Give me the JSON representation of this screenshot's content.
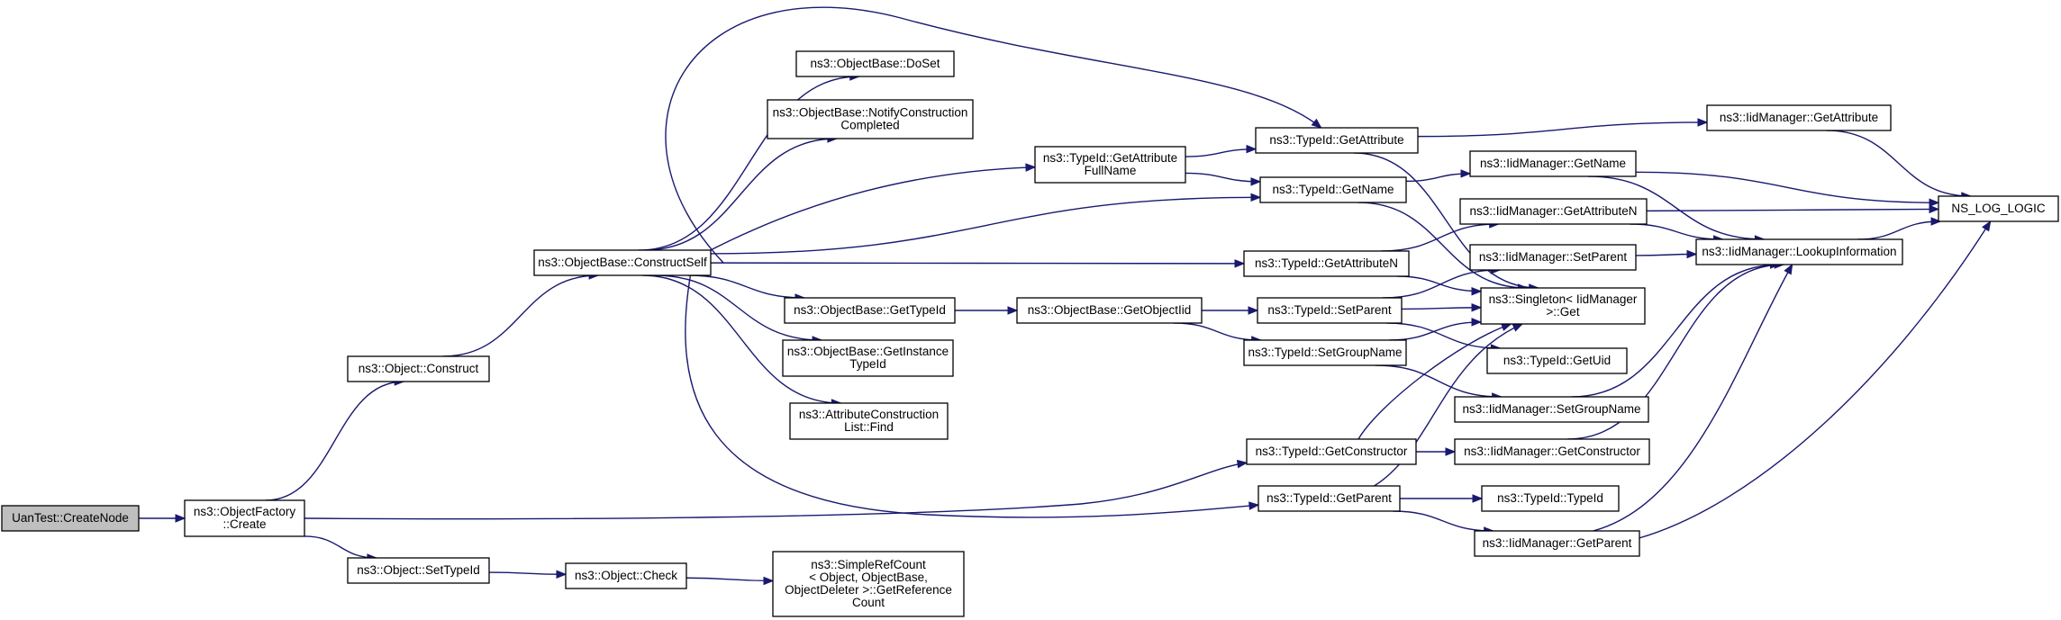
{
  "colors": {
    "edge": "#191970",
    "node_border": "#000000",
    "root_fill": "#bfbfbf",
    "node_fill": "#ffffff"
  },
  "nodes": [
    {
      "id": "uantest",
      "lines": [
        "UanTest::CreateNode"
      ],
      "root": true
    },
    {
      "id": "factory_create",
      "lines": [
        "ns3::ObjectFactory",
        "::Create"
      ]
    },
    {
      "id": "obj_construct",
      "lines": [
        "ns3::Object::Construct"
      ]
    },
    {
      "id": "obj_settypeid",
      "lines": [
        "ns3::Object::SetTypeId"
      ]
    },
    {
      "id": "obj_check",
      "lines": [
        "ns3::Object::Check"
      ]
    },
    {
      "id": "simplerefcount",
      "lines": [
        "ns3::SimpleRefCount",
        "< Object, ObjectBase,",
        "ObjectDeleter >::GetReference",
        "Count"
      ]
    },
    {
      "id": "constructself",
      "lines": [
        "ns3::ObjectBase::ConstructSelf"
      ]
    },
    {
      "id": "doset",
      "lines": [
        "ns3::ObjectBase::DoSet"
      ]
    },
    {
      "id": "notifyconstr",
      "lines": [
        "ns3::ObjectBase::NotifyConstruction",
        "Completed"
      ]
    },
    {
      "id": "ob_gettypeid",
      "lines": [
        "ns3::ObjectBase::GetTypeId"
      ]
    },
    {
      "id": "ob_getinstancetypeid",
      "lines": [
        "ns3::ObjectBase::GetInstance",
        "TypeId"
      ]
    },
    {
      "id": "attrconstr_find",
      "lines": [
        "ns3::AttributeConstruction",
        "List::Find"
      ]
    },
    {
      "id": "tid_getattrfullname",
      "lines": [
        "ns3::TypeId::GetAttribute",
        "FullName"
      ]
    },
    {
      "id": "ob_getobjectiid",
      "lines": [
        "ns3::ObjectBase::GetObjectIid"
      ]
    },
    {
      "id": "tid_getattribute",
      "lines": [
        "ns3::TypeId::GetAttribute"
      ]
    },
    {
      "id": "tid_getname",
      "lines": [
        "ns3::TypeId::GetName"
      ]
    },
    {
      "id": "tid_getattributen",
      "lines": [
        "ns3::TypeId::GetAttributeN"
      ]
    },
    {
      "id": "tid_setparent",
      "lines": [
        "ns3::TypeId::SetParent"
      ]
    },
    {
      "id": "tid_setgroupname",
      "lines": [
        "ns3::TypeId::SetGroupName"
      ]
    },
    {
      "id": "tid_getconstructor",
      "lines": [
        "ns3::TypeId::GetConstructor"
      ]
    },
    {
      "id": "tid_getparent",
      "lines": [
        "ns3::TypeId::GetParent"
      ]
    },
    {
      "id": "iid_getattribute",
      "lines": [
        "ns3::IidManager::GetAttribute"
      ]
    },
    {
      "id": "iid_getname",
      "lines": [
        "ns3::IidManager::GetName"
      ]
    },
    {
      "id": "iid_getattributen",
      "lines": [
        "ns3::IidManager::GetAttributeN"
      ]
    },
    {
      "id": "iid_setparent",
      "lines": [
        "ns3::IidManager::SetParent"
      ]
    },
    {
      "id": "singleton_get",
      "lines": [
        "ns3::Singleton< IidManager",
        ">::Get"
      ]
    },
    {
      "id": "tid_getuid",
      "lines": [
        "ns3::TypeId::GetUid"
      ]
    },
    {
      "id": "iid_setgroupname",
      "lines": [
        "ns3::IidManager::SetGroupName"
      ]
    },
    {
      "id": "iid_getconstructor",
      "lines": [
        "ns3::IidManager::GetConstructor"
      ]
    },
    {
      "id": "tid_typeid",
      "lines": [
        "ns3::TypeId::TypeId"
      ]
    },
    {
      "id": "iid_getparent",
      "lines": [
        "ns3::IidManager::GetParent"
      ]
    },
    {
      "id": "iid_lookupinfo",
      "lines": [
        "ns3::IidManager::LookupInformation"
      ]
    },
    {
      "id": "ns_log_logic",
      "lines": [
        "NS_LOG_LOGIC"
      ]
    }
  ],
  "edges": [
    [
      "uantest",
      "factory_create"
    ],
    [
      "factory_create",
      "obj_construct"
    ],
    [
      "factory_create",
      "tid_getconstructor"
    ],
    [
      "factory_create",
      "obj_settypeid"
    ],
    [
      "obj_construct",
      "constructself"
    ],
    [
      "obj_settypeid",
      "obj_check"
    ],
    [
      "obj_check",
      "simplerefcount"
    ],
    [
      "constructself",
      "tid_getattribute"
    ],
    [
      "constructself",
      "doset"
    ],
    [
      "constructself",
      "notifyconstr"
    ],
    [
      "constructself",
      "tid_getattrfullname"
    ],
    [
      "constructself",
      "tid_getname"
    ],
    [
      "constructself",
      "tid_getattributen"
    ],
    [
      "constructself",
      "ob_gettypeid"
    ],
    [
      "constructself",
      "ob_getinstancetypeid"
    ],
    [
      "constructself",
      "attrconstr_find"
    ],
    [
      "constructself",
      "tid_getparent"
    ],
    [
      "tid_getattrfullname",
      "tid_getattribute"
    ],
    [
      "tid_getattrfullname",
      "tid_getname"
    ],
    [
      "ob_gettypeid",
      "ob_getobjectiid"
    ],
    [
      "ob_getobjectiid",
      "tid_setparent"
    ],
    [
      "ob_getobjectiid",
      "tid_setgroupname"
    ],
    [
      "tid_getattribute",
      "iid_getattribute"
    ],
    [
      "tid_getattribute",
      "singleton_get"
    ],
    [
      "tid_getname",
      "iid_getname"
    ],
    [
      "tid_getname",
      "singleton_get"
    ],
    [
      "tid_getattributen",
      "iid_getattributen"
    ],
    [
      "tid_getattributen",
      "singleton_get"
    ],
    [
      "tid_setparent",
      "iid_setparent"
    ],
    [
      "tid_setparent",
      "singleton_get"
    ],
    [
      "tid_setparent",
      "tid_getuid"
    ],
    [
      "tid_setgroupname",
      "singleton_get"
    ],
    [
      "tid_setgroupname",
      "iid_setgroupname"
    ],
    [
      "tid_getconstructor",
      "singleton_get"
    ],
    [
      "tid_getconstructor",
      "iid_getconstructor"
    ],
    [
      "tid_getparent",
      "singleton_get"
    ],
    [
      "tid_getparent",
      "tid_typeid"
    ],
    [
      "tid_getparent",
      "iid_getparent"
    ],
    [
      "iid_getattribute",
      "ns_log_logic"
    ],
    [
      "iid_getname",
      "ns_log_logic"
    ],
    [
      "iid_getname",
      "iid_lookupinfo"
    ],
    [
      "iid_getattributen",
      "ns_log_logic"
    ],
    [
      "iid_getattributen",
      "iid_lookupinfo"
    ],
    [
      "iid_setparent",
      "iid_lookupinfo"
    ],
    [
      "iid_setgroupname",
      "iid_lookupinfo"
    ],
    [
      "iid_getconstructor",
      "iid_lookupinfo"
    ],
    [
      "iid_getparent",
      "iid_lookupinfo"
    ],
    [
      "iid_getparent",
      "ns_log_logic"
    ],
    [
      "iid_lookupinfo",
      "ns_log_logic"
    ]
  ]
}
